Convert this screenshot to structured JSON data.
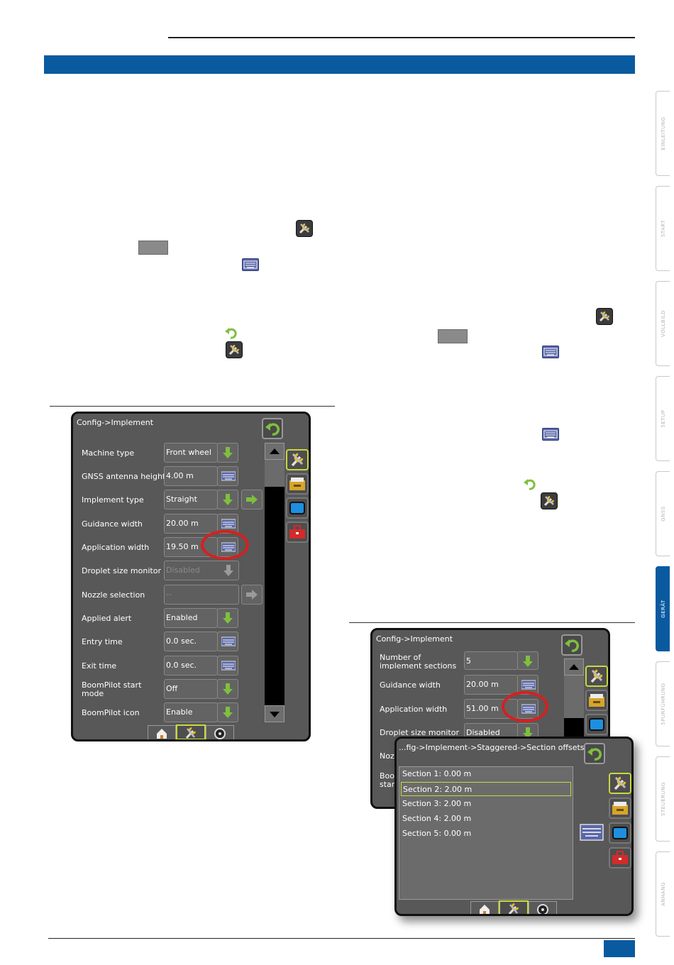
{
  "colors": {
    "brand_blue": "#0a5aa0",
    "screen_bg": "#585858",
    "accent_green": "#7fbf3f",
    "highlight": "#d52020"
  },
  "side_tabs": [
    {
      "label": "EINLEITUNG",
      "active": false
    },
    {
      "label": "START",
      "active": false
    },
    {
      "label": "VOLLBILD",
      "active": false
    },
    {
      "label": "SETUP",
      "active": false
    },
    {
      "label": "GNSS",
      "active": false
    },
    {
      "label": "GERÄT",
      "active": true
    },
    {
      "label": "SPURFÜHRUNG",
      "active": false
    },
    {
      "label": "STEUERUNG",
      "active": false
    },
    {
      "label": "ANHANG",
      "active": false
    }
  ],
  "screen1": {
    "title": "Config->Implement",
    "rows": [
      {
        "label": "Machine type",
        "value": "Front wheel",
        "control": "arrow-down"
      },
      {
        "label": "GNSS antenna height",
        "value": "4.00 m",
        "control": "keyboard"
      },
      {
        "label": "Implement type",
        "value": "Straight",
        "control": "arrow-down"
      },
      {
        "label": "Guidance width",
        "value": "20.00 m",
        "control": "keyboard"
      },
      {
        "label": "Application width",
        "value": "19.50 m",
        "control": "keyboard"
      },
      {
        "label": "Droplet size monitor",
        "value": "Disabled",
        "control": "arrow-down"
      },
      {
        "label": "Nozzle selection",
        "value": "--",
        "control": "none"
      },
      {
        "label": "Applied alert",
        "value": "Enabled",
        "control": "arrow-down"
      },
      {
        "label": "Entry time",
        "value": "0.0 sec.",
        "control": "keyboard"
      },
      {
        "label": "Exit time",
        "value": "0.0 sec.",
        "control": "keyboard"
      },
      {
        "label": "BoomPilot start mode",
        "value": "Off",
        "control": "arrow-down"
      },
      {
        "label": "BoomPilot icon",
        "value": "Enable",
        "control": "arrow-down"
      }
    ]
  },
  "screen2": {
    "title": "Config->Implement",
    "rows": [
      {
        "label": "Number of implement sections",
        "value": "5",
        "control": "arrow-down"
      },
      {
        "label": "Guidance width",
        "value": "20.00 m",
        "control": "keyboard"
      },
      {
        "label": "Application width",
        "value": "51.00 m",
        "control": "keyboard"
      },
      {
        "label": "Droplet size monitor",
        "value": "Disabled",
        "control": "arrow-down"
      }
    ],
    "partial_labels": [
      "Noz",
      "Boo",
      "star"
    ]
  },
  "screen3": {
    "title": "...fig->Implement->Staggered->Section offsets",
    "items": [
      "Section 1: 0.00 m",
      "Section 2: 2.00 m",
      "Section 3: 2.00 m",
      "Section 4: 2.00 m",
      "Section 5: 0.00 m"
    ],
    "selected_index": 1
  },
  "icons": {
    "tools": "wrench-screwdriver-icon",
    "keyboard": "keyboard-icon",
    "undo": "undo-arrow-icon",
    "home": "home-icon",
    "gauge": "gauge-icon",
    "folder": "folder-icon",
    "display": "display-icon",
    "toolbox": "toolbox-icon"
  }
}
